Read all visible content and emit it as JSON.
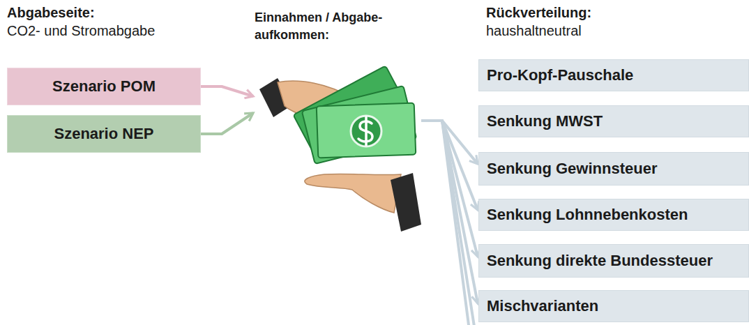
{
  "diagram": {
    "nodes": [
      {
        "text": [
          "Szenario POM"
        ]
      },
      {
        "text": [
          "Szenario NEP"
        ]
      },
      {
        "text": [
          "Einnahmen / Abgabe- aufkommen:"
        ]
      },
      {
        "text": [
          "Pro-Kopf-Pauschale"
        ]
      },
      {
        "text": [
          "Senkung MWST"
        ]
      },
      {
        "text": [
          "Senkung Gewinnsteuer"
        ]
      },
      {
        "text": [
          "Senkung Lohnnebenkosten"
        ]
      },
      {
        "text": [
          "Senkung direkte Bundessteuer"
        ]
      },
      {
        "text": [
          "Mischvarianten"
        ]
      }
    ],
    "edges": [
      {
        "from": 0,
        "to": 2,
        "arrow": "to"
      },
      {
        "from": 1,
        "to": 2,
        "arrow": "to"
      },
      {
        "from": 2,
        "to": 3,
        "arrow": "to"
      },
      {
        "from": 2,
        "to": 4,
        "arrow": "to"
      },
      {
        "from": 2,
        "to": 5,
        "arrow": "to"
      },
      {
        "from": 2,
        "to": 6,
        "arrow": "to"
      },
      {
        "from": 2,
        "to": 7,
        "arrow": "to"
      },
      {
        "from": 2,
        "to": 8,
        "arrow": "to"
      }
    ],
    "labels": [
      "Abgabeseite:",
      "CO2- und Stromabgabe",
      "Rückverteilung:",
      "haushaltneutral"
    ]
  }
}
